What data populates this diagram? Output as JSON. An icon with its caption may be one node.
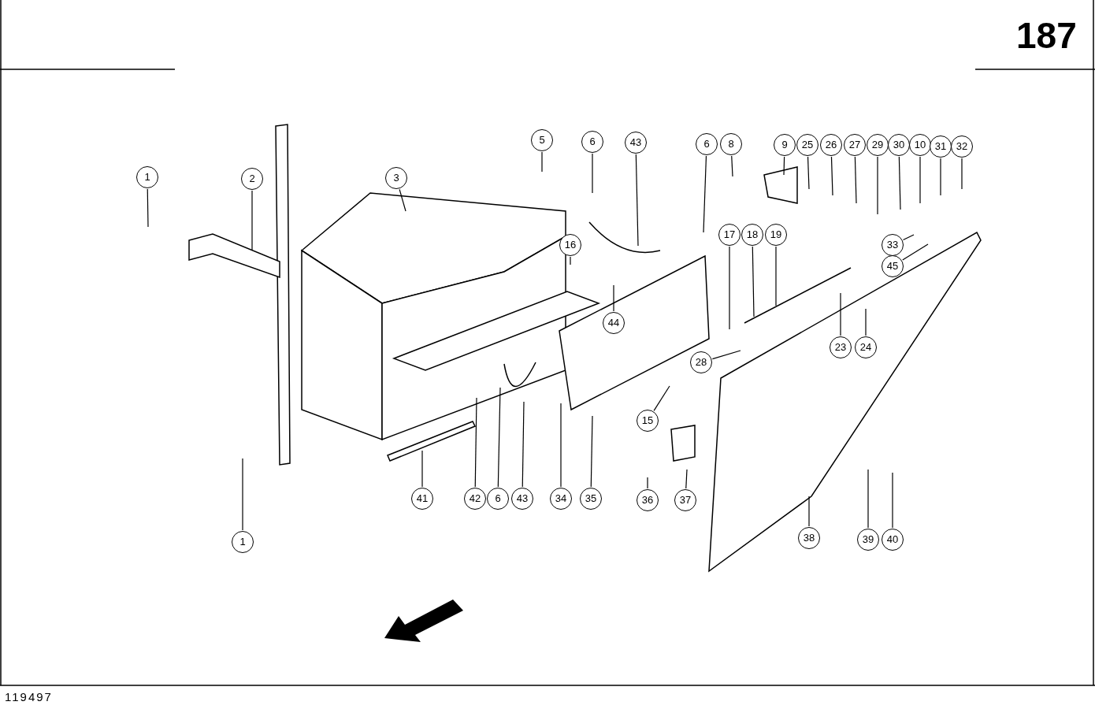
{
  "diagram": {
    "nodes": [
      {
        "text": [
          "5"
        ]
      },
      {
        "text": [
          "6"
        ]
      },
      {
        "text": [
          "43"
        ]
      },
      {
        "text": [
          "6"
        ]
      },
      {
        "text": [
          "8"
        ]
      },
      {
        "text": [
          "9"
        ]
      },
      {
        "text": [
          "25"
        ]
      },
      {
        "text": [
          "26"
        ]
      },
      {
        "text": [
          "27"
        ]
      },
      {
        "text": [
          "29"
        ]
      },
      {
        "text": [
          "30"
        ]
      },
      {
        "text": [
          "10"
        ]
      },
      {
        "text": [
          "31"
        ]
      },
      {
        "text": [
          "32"
        ]
      },
      {
        "text": [
          "1"
        ]
      },
      {
        "text": [
          "2"
        ]
      },
      {
        "text": [
          "3"
        ]
      },
      {
        "text": [
          "17"
        ]
      },
      {
        "text": [
          "18"
        ]
      },
      {
        "text": [
          "19"
        ]
      },
      {
        "text": [
          "16"
        ]
      },
      {
        "text": [
          "33"
        ]
      },
      {
        "text": [
          "45"
        ]
      },
      {
        "text": [
          "44"
        ]
      },
      {
        "text": [
          "23"
        ]
      },
      {
        "text": [
          "24"
        ]
      },
      {
        "text": [
          "28"
        ]
      },
      {
        "text": [
          "15"
        ]
      },
      {
        "text": [
          "41"
        ]
      },
      {
        "text": [
          "42"
        ]
      },
      {
        "text": [
          "6"
        ]
      },
      {
        "text": [
          "43"
        ]
      },
      {
        "text": [
          "34"
        ]
      },
      {
        "text": [
          "35"
        ]
      },
      {
        "text": [
          "36"
        ]
      },
      {
        "text": [
          "37"
        ]
      },
      {
        "text": [
          "38"
        ]
      },
      {
        "text": [
          "39"
        ]
      },
      {
        "text": [
          "40"
        ]
      },
      {
        "text": [
          "1"
        ]
      }
    ],
    "edges": [
      {
        "from": 0,
        "to": null,
        "arrow": "none"
      },
      {
        "from": 1,
        "to": null,
        "arrow": "none"
      },
      {
        "from": 2,
        "to": null,
        "arrow": "none"
      },
      {
        "from": 3,
        "to": null,
        "arrow": "none"
      },
      {
        "from": 4,
        "to": null,
        "arrow": "none"
      },
      {
        "from": 5,
        "to": null,
        "arrow": "none"
      },
      {
        "from": 6,
        "to": null,
        "arrow": "none"
      },
      {
        "from": 7,
        "to": null,
        "arrow": "none"
      },
      {
        "from": 8,
        "to": null,
        "arrow": "none"
      },
      {
        "from": 9,
        "to": null,
        "arrow": "none"
      },
      {
        "from": 10,
        "to": null,
        "arrow": "none"
      },
      {
        "from": 11,
        "to": null,
        "arrow": "none"
      },
      {
        "from": 12,
        "to": null,
        "arrow": "none"
      },
      {
        "from": 13,
        "to": null,
        "arrow": "none"
      },
      {
        "from": 14,
        "to": null,
        "arrow": "none"
      },
      {
        "from": 15,
        "to": null,
        "arrow": "none"
      },
      {
        "from": 16,
        "to": null,
        "arrow": "none"
      },
      {
        "from": 17,
        "to": null,
        "arrow": "none"
      },
      {
        "from": 18,
        "to": null,
        "arrow": "none"
      },
      {
        "from": 19,
        "to": null,
        "arrow": "none"
      },
      {
        "from": 20,
        "to": null,
        "arrow": "none"
      },
      {
        "from": 21,
        "to": null,
        "arrow": "none"
      },
      {
        "from": 22,
        "to": null,
        "arrow": "none"
      },
      {
        "from": 23,
        "to": null,
        "arrow": "none"
      },
      {
        "from": 24,
        "to": null,
        "arrow": "none"
      },
      {
        "from": 25,
        "to": null,
        "arrow": "none"
      },
      {
        "from": 26,
        "to": null,
        "arrow": "none"
      },
      {
        "from": 27,
        "to": null,
        "arrow": "none"
      },
      {
        "from": 28,
        "to": null,
        "arrow": "none"
      },
      {
        "from": 29,
        "to": null,
        "arrow": "none"
      },
      {
        "from": 30,
        "to": null,
        "arrow": "none"
      },
      {
        "from": 31,
        "to": null,
        "arrow": "none"
      },
      {
        "from": 32,
        "to": null,
        "arrow": "none"
      },
      {
        "from": 33,
        "to": null,
        "arrow": "none"
      },
      {
        "from": 34,
        "to": null,
        "arrow": "none"
      },
      {
        "from": 35,
        "to": null,
        "arrow": "none"
      },
      {
        "from": 36,
        "to": null,
        "arrow": "none"
      },
      {
        "from": 37,
        "to": null,
        "arrow": "none"
      },
      {
        "from": 38,
        "to": null,
        "arrow": "none"
      },
      {
        "from": 39,
        "to": null,
        "arrow": "none"
      }
    ],
    "labels": [
      "187",
      "119497"
    ]
  }
}
